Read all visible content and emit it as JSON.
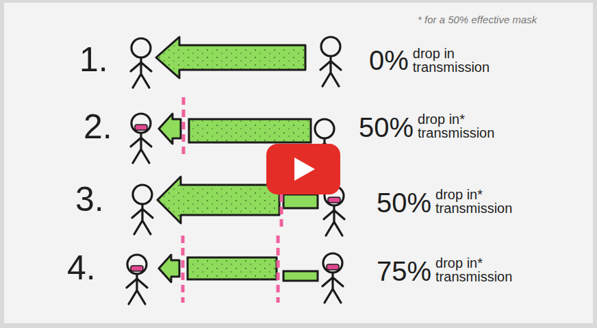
{
  "diagram": {
    "labels": [
      "* for a 50% effective mask",
      "1.",
      "0%",
      "drop in transmission",
      "2.",
      "50%",
      "drop in* transmission",
      "3.",
      "50%",
      "drop in* transmission",
      "4.",
      "75%",
      "drop in* transmission"
    ]
  }
}
